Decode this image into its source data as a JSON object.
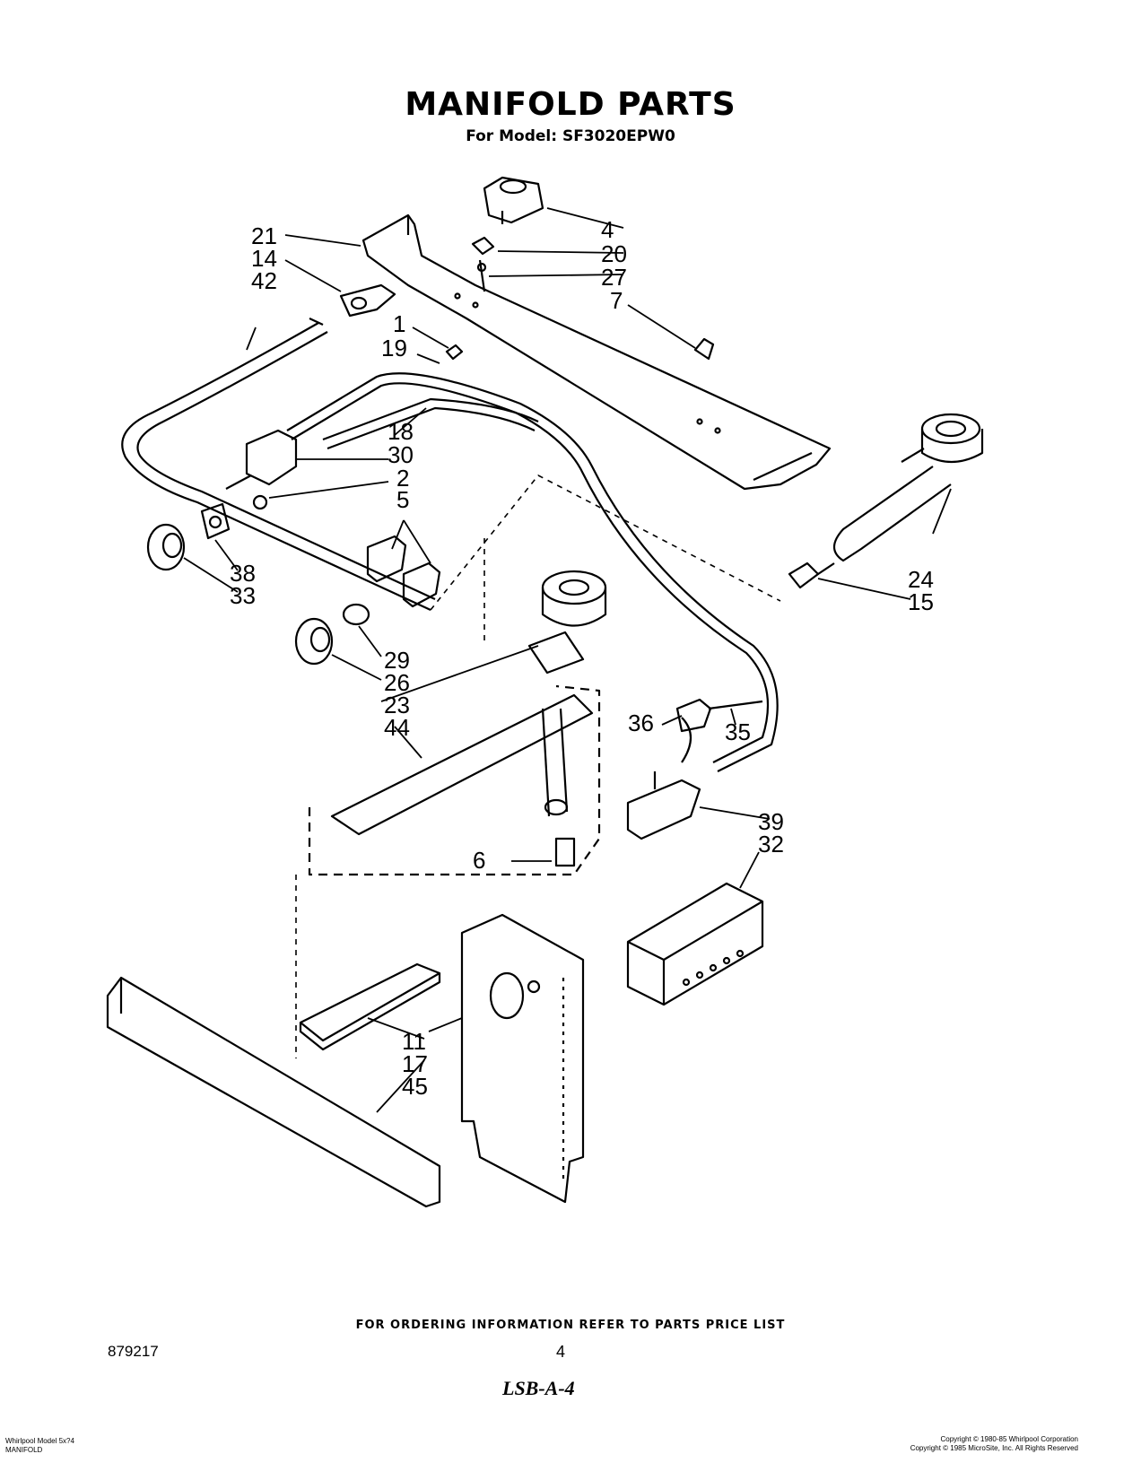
{
  "header": {
    "title": "MANIFOLD PARTS",
    "subtitle": "For Model: SF3020EPW0"
  },
  "callouts": [
    "21",
    "14",
    "42",
    "1",
    "19",
    "18",
    "30",
    "2",
    "5",
    "38",
    "33",
    "29",
    "26",
    "23",
    "44",
    "6",
    "4",
    "20",
    "27",
    "7",
    "24",
    "15",
    "36",
    "35",
    "39",
    "32",
    "11",
    "17",
    "45"
  ],
  "footer": {
    "ordering_note": "FOR ORDERING INFORMATION REFER TO PARTS PRICE LIST",
    "doc_number": "879217",
    "page_number": "4",
    "handwritten": "LSB-A-4",
    "corner_left_line1": "Whirlpool Model 5x?4",
    "corner_left_line2": "MANIFOLD",
    "corner_right_line1": "Copyright © 1980-85 Whirlpool Corporation",
    "corner_right_line2": "Copyright © 1985 MicroSite, Inc. All Rights Reserved"
  }
}
